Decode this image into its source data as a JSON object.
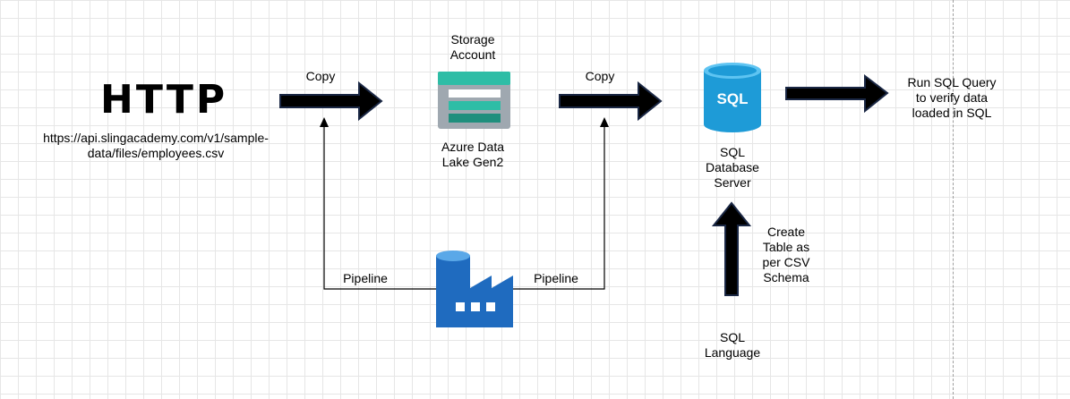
{
  "source": {
    "logo_text": "HTTP",
    "url_line1": "https://api.slingacademy.com/v1/sample-",
    "url_line2": "data/files/employees.csv"
  },
  "storage": {
    "title_line1": "Storage",
    "title_line2": "Account",
    "name_line1": "Azure Data",
    "name_line2": "Lake Gen2",
    "icon": "azure-data-lake-storage-icon"
  },
  "copy1": "Copy",
  "copy2": "Copy",
  "sql": {
    "icon_text": "SQL",
    "name_line1": "SQL",
    "name_line2": "Database",
    "name_line3": "Server",
    "icon": "sql-database-icon"
  },
  "verify": {
    "line1": "Run SQL Query",
    "line2": "to verify data",
    "line3": "loaded in SQL"
  },
  "pipeline_left": "Pipeline",
  "pipeline_right": "Pipeline",
  "factory_icon": "azure-data-factory-icon",
  "create_table": {
    "line1": "Create",
    "line2": "Table as",
    "line3": "per CSV",
    "line4": "Schema"
  },
  "sql_language": {
    "line1": "SQL",
    "line2": "Language"
  },
  "colors": {
    "arrow": "#000000",
    "sql_blue": "#1e9bd7",
    "storage_teal": "#2ebda6",
    "storage_dark": "#1f8f7d",
    "factory_blue": "#1f6bbf"
  }
}
